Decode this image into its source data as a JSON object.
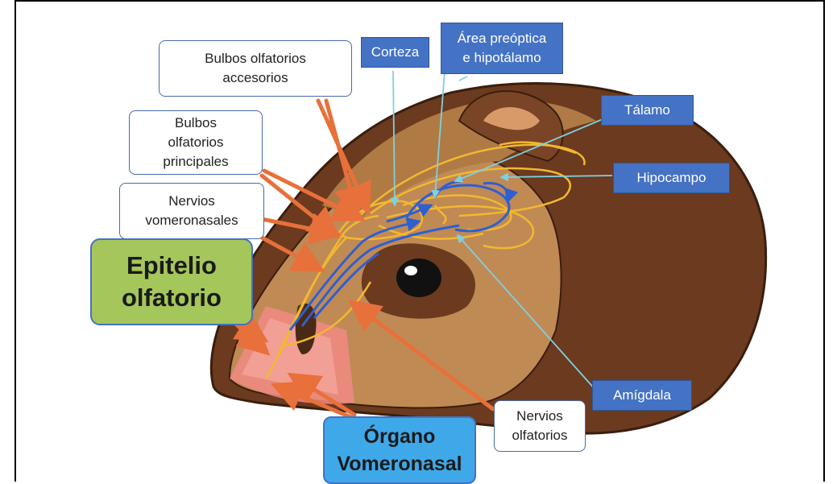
{
  "labels": {
    "bulbos_accesorios": "Bulbos olfatorios\naccesorios",
    "bulbos_principales": "Bulbos\nolfatorios\nprincipales",
    "nervios_vomeronasales": "Nervios\nvomeronasales",
    "epitelio_olfatorio": "Epitelio\nolfatorio",
    "organo_vomeronasal": "Órgano\nVomeronasal",
    "nervios_olfatorios": "Nervios\nolfatorios",
    "corteza": "Corteza",
    "area_preoptica": "Área preóptica\ne hipotálamo",
    "talamo": "Tálamo",
    "hipocampo": "Hipocampo",
    "amigdala": "Amígdala"
  },
  "colors": {
    "blue_label": "#4472c4",
    "green_label": "#a4c65a",
    "cyan_label": "#3fa8e8",
    "arrow": "#e8703a",
    "leader": "#7fd0e0",
    "yellow_pathway": "#f2b830",
    "blue_pathway": "#2f5fd0"
  }
}
